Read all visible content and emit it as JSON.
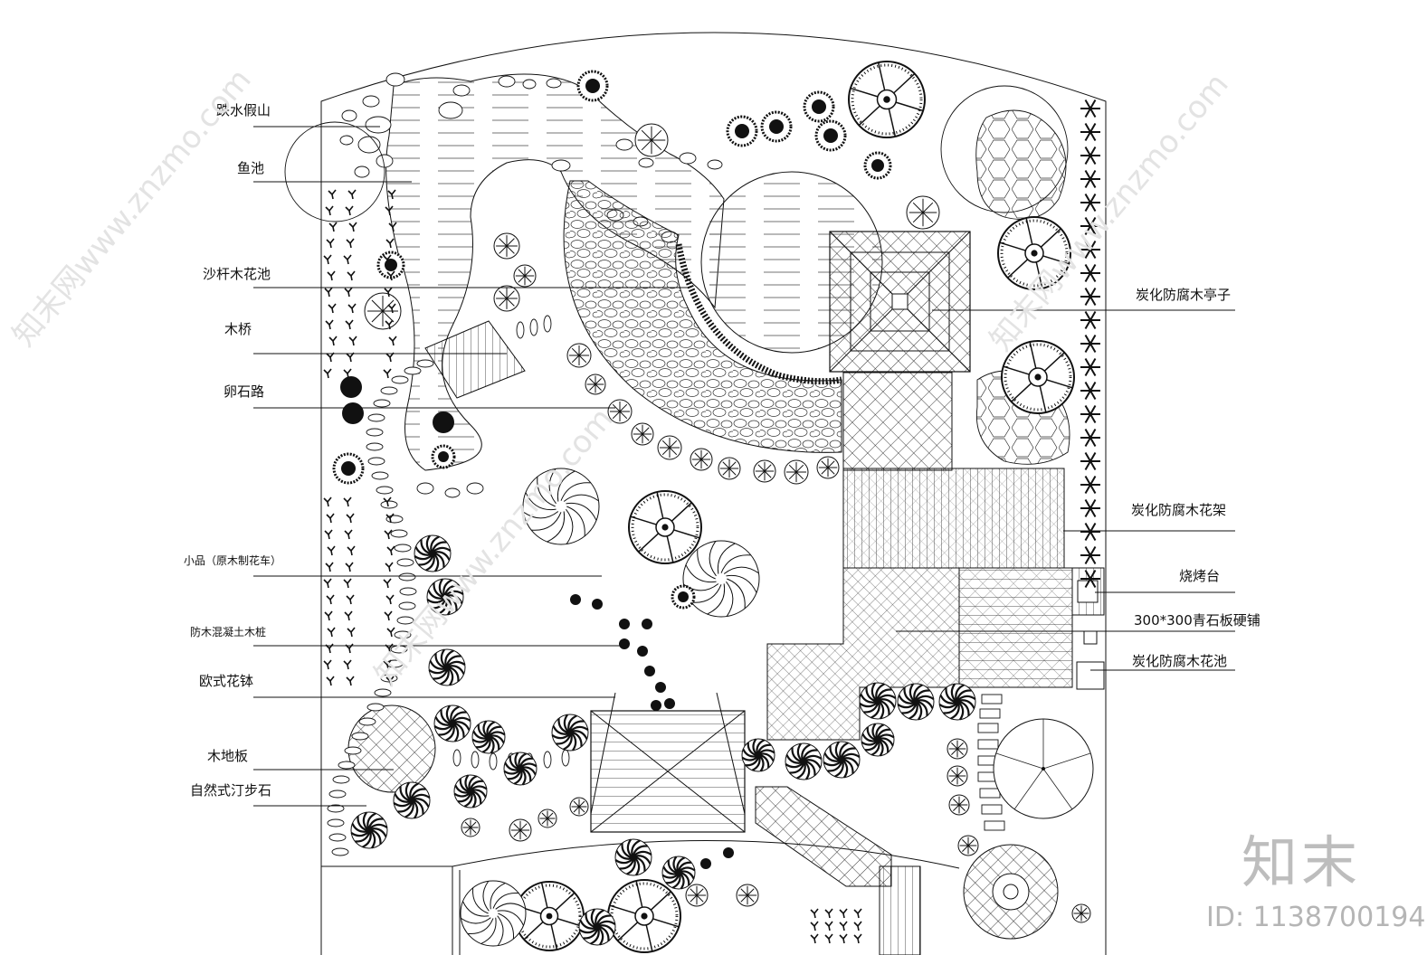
{
  "left_labels": [
    {
      "id": "cascade-rockery",
      "text": "跌水假山"
    },
    {
      "id": "fish-pond",
      "text": "鱼池"
    },
    {
      "id": "sand-pole-planter",
      "text": "沙杆木花池"
    },
    {
      "id": "wooden-bridge",
      "text": "木桥"
    },
    {
      "id": "pebble-path",
      "text": "卵石路"
    },
    {
      "id": "feature-cart",
      "text": "小品（原木制花车）"
    },
    {
      "id": "concrete-wood-piles",
      "text": "防木混凝土木桩"
    },
    {
      "id": "european-flowerpot",
      "text": "欧式花钵"
    },
    {
      "id": "wood-deck",
      "text": "木地板"
    },
    {
      "id": "stepping-stones",
      "text": "自然式汀步石"
    }
  ],
  "right_labels": [
    {
      "id": "carbonized-pavilion",
      "text": "炭化防腐木亭子"
    },
    {
      "id": "carbonized-pergola",
      "text": "炭化防腐木花架"
    },
    {
      "id": "bbq-counter",
      "text": "烧烤台"
    },
    {
      "id": "bluestone-paving",
      "text": "300*300青石板硬铺"
    },
    {
      "id": "carbonized-planter",
      "text": "炭化防腐木花池"
    }
  ],
  "watermark": {
    "logo": "知末",
    "id_text": "ID: 1138700194",
    "diagonal": "知末网www.znzmo.com"
  },
  "colors": {
    "line": "#111111",
    "watermark": "#bdbdbd"
  }
}
